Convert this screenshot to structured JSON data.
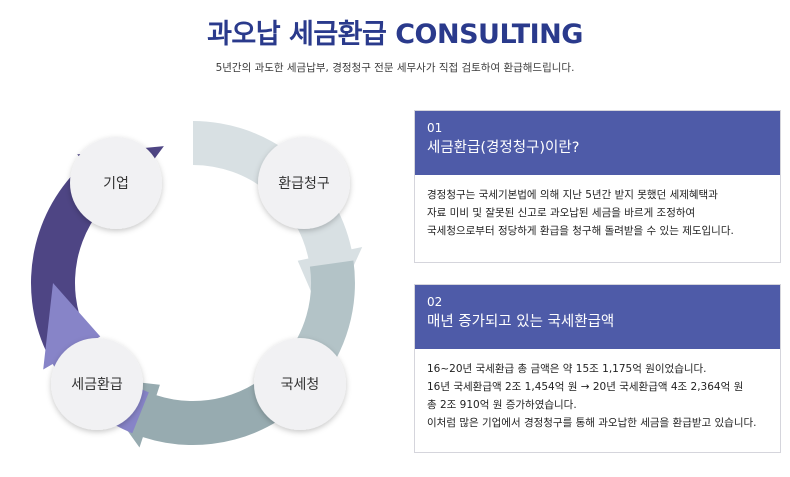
{
  "header": {
    "title": "과오납 세금환급 CONSULTING",
    "subtitle": "5년간의 과도한 세금납부, 경정청구 전문 세무사가 직접 검토하여 환급해드립니다."
  },
  "cycle": {
    "nodes": [
      "기업",
      "환급청구",
      "국세청",
      "세금환급"
    ],
    "colors": {
      "arrow_dark": "#4e4584",
      "arrow_light": "#d8e0e3",
      "arrow_mid": "#b3c3c7",
      "arrow_gray": "#97abb0",
      "arrow_purple": "#8784c8",
      "circle_fill": "#f1f1f3",
      "circle_text": "#333333"
    }
  },
  "cards": [
    {
      "number": "01",
      "title": "세금환급(경정청구)이란?",
      "lines": [
        "경정청구는 국세기본법에 의해 지난 5년간 받지 못했던 세제혜택과",
        "자료 미비 및 잘못된 신고로 과오납된 세금을 바르게 조정하여",
        "국세청으로부터 정당하게 환급을 청구해 돌려받을 수 있는 제도입니다."
      ]
    },
    {
      "number": "02",
      "title": "매년 증가되고 있는 국세환급액",
      "lines": [
        "16~20년 국세환급 총 금액은 약 15조 1,175억 원이었습니다.",
        "16년 국세환급액 2조 1,454억 원 → 20년 국세환급액 4조 2,364억 원",
        "총  2조 910억 원 증가하였습니다.",
        "이처럼 많은 기업에서 경정청구를 통해 과오납한 세금을 환급받고 있습니다."
      ]
    }
  ],
  "theme": {
    "title_color": "#2a3a8c",
    "card_header_color": "#4e5ba8"
  }
}
